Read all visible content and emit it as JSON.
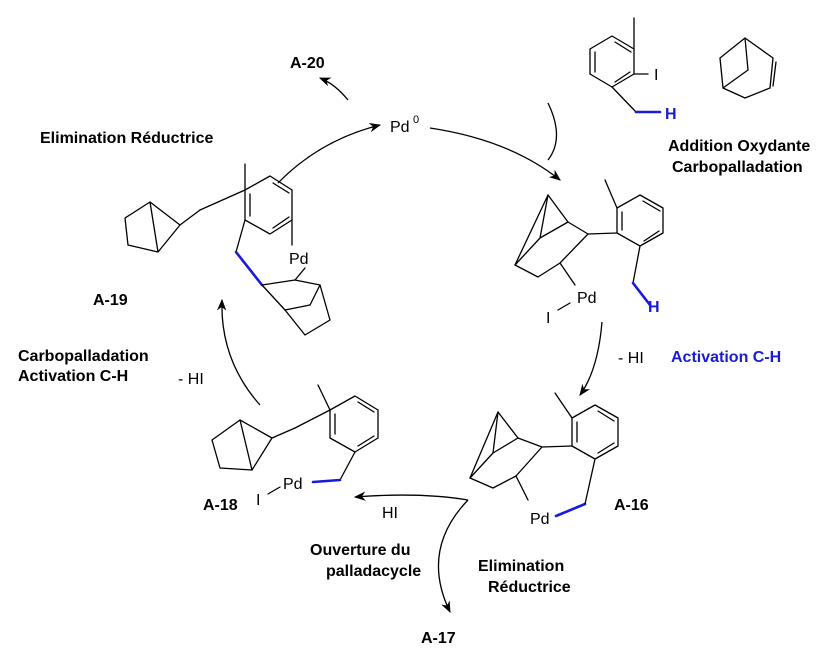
{
  "catalyst": {
    "label": "Pd",
    "superscript": "0"
  },
  "labels": {
    "a20": "A-20",
    "a19": "A-19",
    "a18": "A-18",
    "a16": "A-16",
    "a17": "A-17",
    "elim_top": "Elimination Réductrice",
    "addition_line1": "Addition Oxydante",
    "addition_line2": "Carbopalladation",
    "activation_ch": "Activation C-H",
    "carbo_line1": "Carbopalladation",
    "carbo_line2": "Activation C-H",
    "ouverture_line1": "Ouverture du",
    "ouverture_line2": "palladacycle",
    "elim_bottom_line1": "Elimination",
    "elim_bottom_line2": "Réductrice"
  },
  "reagents": {
    "iodine": "I",
    "hydrogen": "H"
  },
  "byproducts": {
    "hi_right": "- HI",
    "hi_left": "- HI",
    "hi_bottom": "HI"
  },
  "atoms": {
    "pd_a19": "Pd",
    "pd_top_right": "Pd",
    "i_top_right": "I",
    "h_top_right": "H",
    "pd_a16": "Pd",
    "pd_a18": "Pd",
    "i_a18": "I"
  },
  "colors": {
    "accent": "#1a1adb",
    "ink": "#000000"
  }
}
